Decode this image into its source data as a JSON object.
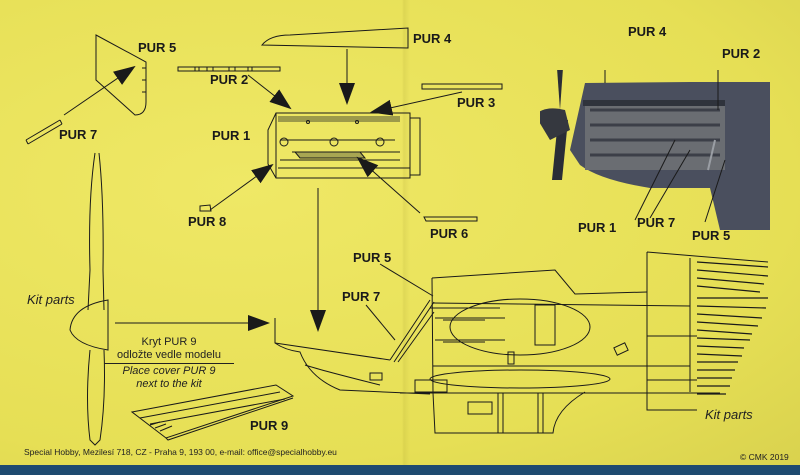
{
  "document": {
    "type": "resin parts instruction sheet",
    "background_color": "#e9e35a"
  },
  "parts": {
    "pur1": "PUR 1",
    "pur2": "PUR 2",
    "pur3": "PUR 3",
    "pur4": "PUR 4",
    "pur5": "PUR 5",
    "pur6": "PUR 6",
    "pur7": "PUR 7",
    "pur8": "PUR 8",
    "pur9": "PUR 9"
  },
  "photo_labels": {
    "pur4": "PUR 4",
    "pur2": "PUR 2",
    "pur1": "PUR 1",
    "pur7": "PUR 7",
    "pur5": "PUR 5"
  },
  "fuselage_labels": {
    "pur5": "PUR 5",
    "pur7": "PUR 7"
  },
  "kit_parts_left": "Kit parts",
  "kit_parts_right": "Kit parts",
  "note": {
    "line1": "Kryt PUR 9",
    "line2": "odložte vedle modelu",
    "line3": "Place cover PUR 9",
    "line4": "next to the kit"
  },
  "footer": "Special Hobby, Mezilesí 718, CZ - Praha 9, 193 00, e-mail: office@specialhobby.eu",
  "copyright": "© CMK 2019"
}
